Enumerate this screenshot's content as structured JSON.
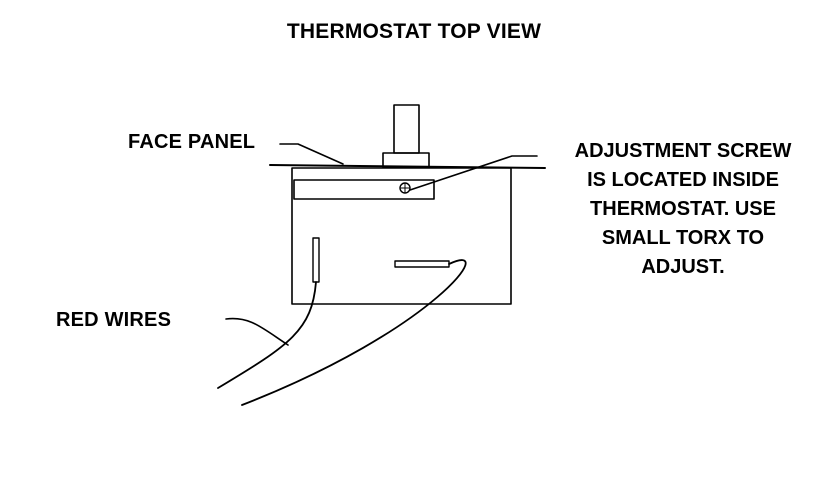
{
  "title": "THERMOSTAT TOP VIEW",
  "labels": {
    "face_panel": "FACE PANEL",
    "red_wires": "RED WIRES",
    "adjustment_note": [
      "ADJUSTMENT SCREW",
      "IS LOCATED INSIDE",
      "THERMOSTAT. USE",
      "SMALL TORX TO",
      "ADJUST."
    ]
  },
  "colors": {
    "ink": "#000000",
    "background": "#ffffff"
  }
}
